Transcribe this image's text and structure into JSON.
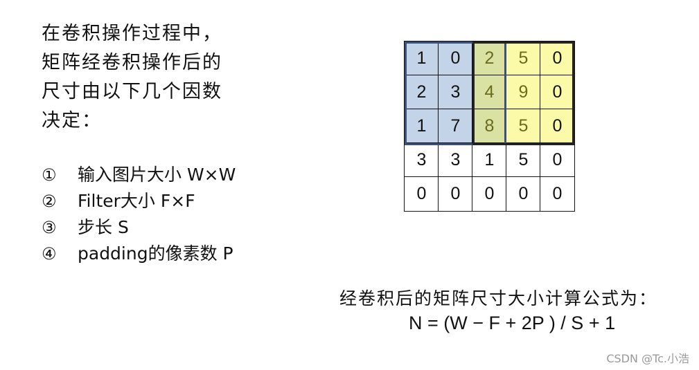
{
  "intro": {
    "lines": [
      "在卷积操作过程中，",
      "矩阵经卷积操作后的",
      "尺寸由以下几个因数",
      "决定："
    ]
  },
  "factors": [
    {
      "marker": "①",
      "text": "输入图片大小 W×W"
    },
    {
      "marker": "②",
      "text": "Filter大小 F×F"
    },
    {
      "marker": "③",
      "text": "步长 S"
    },
    {
      "marker": "④",
      "text": "padding的像素数 P"
    }
  ],
  "matrix": {
    "rows": [
      [
        "1",
        "0",
        "2",
        "5",
        "0"
      ],
      [
        "2",
        "3",
        "4",
        "9",
        "0"
      ],
      [
        "1",
        "7",
        "8",
        "5",
        "0"
      ],
      [
        "3",
        "3",
        "1",
        "5",
        "0"
      ],
      [
        "0",
        "0",
        "0",
        "0",
        "0"
      ]
    ],
    "colors": {
      "blue": "#c3d4e8",
      "green": "#d9e2a3",
      "yellow": "#fbfaa8"
    }
  },
  "formula": {
    "label": "经卷积后的矩阵尺寸大小计算公式为：",
    "expression": "N = (W − F + 2P ) / S + 1"
  },
  "watermark": "CSDN @Tc.小浩"
}
